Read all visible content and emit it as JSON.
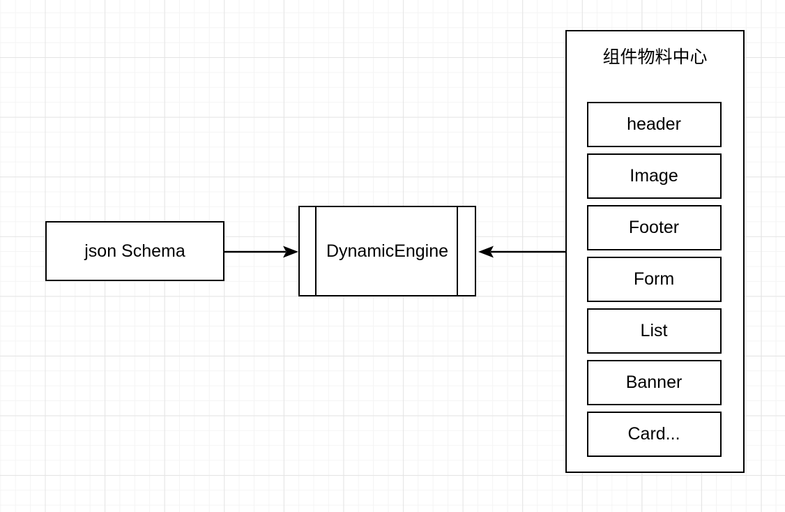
{
  "diagram": {
    "nodes": {
      "json_schema": {
        "label": "json Schema"
      },
      "dynamic_engine": {
        "label": "DynamicEngine",
        "shape": "process"
      },
      "material_center": {
        "title": "组件物料中心",
        "components": [
          "header",
          "Image",
          "Footer",
          "Form",
          "List",
          "Banner",
          "Card..."
        ]
      }
    },
    "edges": [
      {
        "from": "json_schema",
        "to": "dynamic_engine",
        "arrow_direction": "right"
      },
      {
        "from": "material_center",
        "to": "dynamic_engine",
        "arrow_direction": "left"
      }
    ],
    "style": {
      "stroke_color": "#000000",
      "fill_color": "#ffffff",
      "grid_minor_color": "#f4f4f4",
      "grid_major_color": "#e4e4e4",
      "background_color": "#ffffff"
    }
  }
}
